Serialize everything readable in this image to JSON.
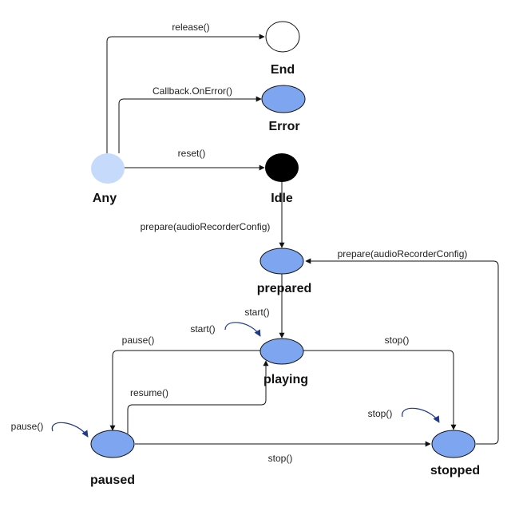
{
  "colors": {
    "state_fill": "#7ea6f0",
    "any_fill": "#c6dafc",
    "idle_fill": "#000000",
    "end_fill": "#ffffff",
    "edge": "#111111",
    "self_loop": "#1f3a8a"
  },
  "states": {
    "end": "End",
    "error": "Error",
    "any": "Any",
    "idle": "Idle",
    "prepared": "prepared",
    "playing": "playing",
    "paused": "paused",
    "stopped": "stopped"
  },
  "transitions": {
    "release": "release()",
    "on_error": "Callback.OnError()",
    "reset": "reset()",
    "prepare_from_idle": "prepare(audioRecorderConfig)",
    "prepare_from_stopped": "prepare(audioRecorderConfig)",
    "start_to_playing": "start()",
    "start_self": "start()",
    "pause_to_paused": "pause()",
    "pause_self": "pause()",
    "resume": "resume()",
    "stop_from_playing": "stop()",
    "stop_self": "stop()",
    "stop_from_paused": "stop()"
  }
}
